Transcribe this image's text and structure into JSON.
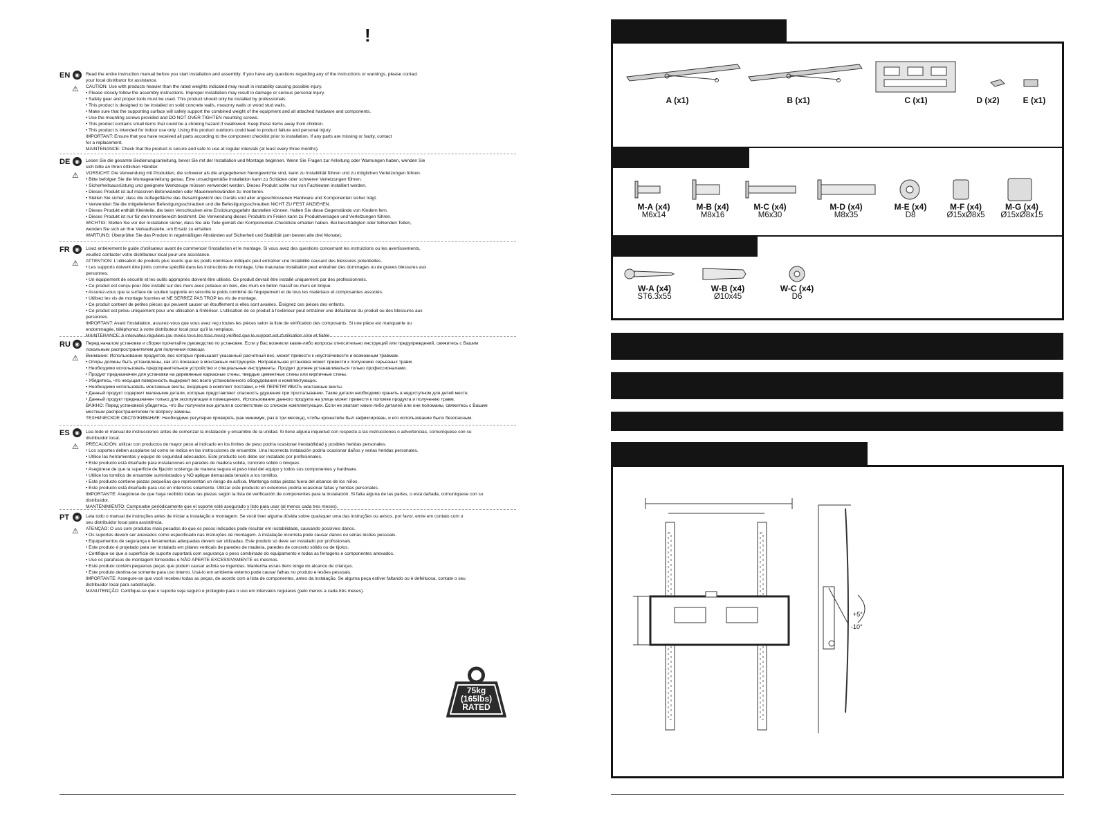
{
  "page": {
    "heading_mark": "!"
  },
  "languages": [
    {
      "code": "EN",
      "lines": [
        "Read the entire instruction manual before you start installation and assembly. If you have any questions regarding any of the instructions or warnings, please contact",
        "your local distributor for assistance.",
        "CAUTION: Use with products heavier than the rated weights indicated may result in instability causing possible injury.",
        "• Please closely follow the assembly instructions. Improper installation may result in damage or serious personal injury.",
        "• Safety gear and proper tools must be used. This product should only be installed by professionals.",
        "• This product is designed to be installed on solid concrete walls, masonry walls or wood stud walls.",
        "• Make sure that the supporting surface will safely support the combined weight of the equipment and all attached hardware and components.",
        "• Use the mounting screws provided and DO NOT OVER TIGHTEN mounting screws.",
        "• This product contains small items that could be a choking hazard if swallowed. Keep these items away from children.",
        "• This product is intended for indoor use only. Using this product outdoors could lead to product failure and personal injury.",
        "IMPORTANT: Ensure that you have received all parts according to the component checklist prior to installation. If any parts are missing or faulty, contact",
        "for a replacement.",
        "MAINTENANCE: Check that the product is secure and safe to use at regular intervals (at least every three months)."
      ]
    },
    {
      "code": "DE",
      "lines": [
        "Lesen Sie die gesamte Bedienungsanleitung, bevor Sie mit der Installation und Montage beginnen. Wenn Sie Fragen zur Anleitung oder Warnungen haben, wenden Sie",
        "sich bitte an Ihren örtlichen Händler.",
        "VORSICHT: Die Verwendung mit Produkten, die schwerer als die angegebenen Nenngewichte sind, kann zu Instabilität führen und zu möglichen Verletzungen führen.",
        "• Bitte befolgen Sie die Montageanleitung genau. Eine unsachgemäße Installation kann zu Schäden oder schweren Verletzungen führen.",
        "• Sicherheitsausrüstung und geeignete Werkzeuge müssen verwendet werden. Dieses Produkt sollte nur von Fachleuten installiert werden.",
        "• Dieses Produkt ist auf massiven Betonwänden oder Mauerwerkswänden zu montieren.",
        "• Stellen Sie sicher, dass die Auflagefläche das Gesamtgewicht des Geräts und aller angeschlossenen Hardware und Komponenten sicher trägt.",
        "• Verwenden Sie die mitgelieferten Befestigungsschrauben und die Befestigungsschrauben NICHT ZU FEST ANZIEHEN.",
        "• Dieses Produkt enthält Kleinteile, die beim Verschlucken eine Erstickungsgefahr darstellen können. Halten Sie diese Gegenstände von Kindern fern.",
        "• Dieses Produkt ist nur für den Innenbereich bestimmt. Die Verwendung dieses Produkts im Freien kann zu Produktversagen und Verletzungen führen.",
        "WICHTIG: Stellen Sie vor der Installation sicher, dass Sie alle Teile gemäß der Komponenten-Checkliste erhalten haben. Bei beschädigten oder fehlenden Teilen,",
        "wenden Sie sich an Ihre Verkaufsstelle, um Ersatz zu erhalten.",
        "WARTUNG: Überprüfen Sie das Produkt in regelmäßigen Abständen auf Sicherheit und Stabilität (am besten alle drei Monate)."
      ]
    },
    {
      "code": "FR",
      "lines": [
        "Lisez entièrement le guide d'utilisateur avant de commencer l'installation et le montage. Si vous avez des questions concernant les instructions ou les avertissements,",
        "veuillez contacter votre distributeur local pour une assistance.",
        "ATTENTION: L'utilisation de produits plus lourds que les poids nominaux indiqués peut entraîner une instabilité causant des blessures potentielles.",
        "• Les supports doivent être joints comme spécifié dans les instructions de montage. Une mauvaise installation peut entraîner des dommages ou de graves blessures aux",
        "personnes.",
        "• Un équipement de sécurité et les outils appropriés doivent être utilisés. Ce produit devrait être installé uniquement par des professionnels.",
        "• Ce produit est conçu pour être installé sur des murs avec poteaux en bois, des murs en béton massif ou murs en brique.",
        "• Assurez-vous que la surface de soutien supporte en sécurité le poids combiné de l'équipement et de tous les matériaux et composantes associés.",
        "• Utilisez les vis de montage fournies et NE SERREZ PAS TROP les vis de montage.",
        "• Ce produit contient de petites pièces qui peuvent causer un étouffement si elles sont avalées. Éloignez ces pièces des enfants.",
        "• Ce produit est prévu uniquement pour une utilisation à l'intérieur. L'utilisation de ce produit à l'extérieur peut entraîner une défaillance du produit ou  des blessures aux",
        "personnes.",
        "IMPORTANT: Avant l'installation, assurez-vous que vous avez reçu toutes les pièces selon la liste de vérification des composants. Si une pièce est manquante ou",
        "endommagée, téléphonez à votre distributeur local pour qu'il la remplace.",
        "MAINTENANCE: A intervalles réguliers (au moins tous les trois mois) vérifiez que le support est d'utilisation sûre et fiable."
      ]
    },
    {
      "code": "RU",
      "lines": [
        "Перед началом установки и сборки прочитайте руководство по установке. Если у Вас возникли какие-либо вопросы относительно инструкций или предупреждений, свяжитесь с Вашим",
        "локальным распространителем для получения помощи.",
        "Внимание: Использование продуктов, вес которых превышает указанный расчетный вес, может привести к неустойчивости и возможным травмам.",
        "• Опоры должны быть установлены, как это показано в монтажных инструкциях. Неправильная установка может привести к получению серьезных травм.",
        "• Необходимо использовать предохранительное устройство и специальные инструменты. Продукт должен устанавливаться только профессионалами.",
        "• Продукт предназначен для установки на деревянные каркасные стены, твердые цементные стены или кирпичные стены.",
        "• Убедитесь, что несущая поверхность выдержит вес всего установленного оборудования и комплектующих.",
        "• Необходимо использовать монтажные винты, входящие в комплект поставки, и НЕ ПЕРЕТЯГИВАТЬ монтажные винты.",
        "• Данный продукт содержит маленькие детали, которые представляют опасность удушения при проглатывании. Такие детали необходимо хранить в недоступном для детей месте.",
        "• Данный продукт предназначен только для эксплуатации в помещениях. Использование данного продукта на улице может привести к поломке продукта и получению травм.",
        "ВАЖНО: Перед установкой убедитесь, что Вы получили все детали в соответствии со списком комплектующих. Если не хватает каких-либо деталей или они поломаны, свяжитесь с Вашим",
        "местным распространителем по вопросу замены.",
        "ТЕХНИЧЕСКОЕ ОБСЛУЖИВАНИЕ: Необходимо регулярно проверять (как минимум, раз в три месяца), чтобы кронштейн был зафиксирован, и его использование было безопасным."
      ]
    },
    {
      "code": "ES",
      "lines": [
        "Lea todo el manual de instrucciones antes de comenzar la instalación y ensamble de la unidad. Si tiene alguna inquietud con respecto a las instrucciones o advertencias, comuníquese con su",
        "distribuidor local.",
        "PRECAUCIÓN: utilizar con productos de mayor peso al indicado en los límites de peso podría ocasionar inestabilidad y posibles heridas personales.",
        "• Los soportes deben acoplarse tal como se indica en las instrucciones de ensamble. Una incorrecta instalación podría ocasionar daños y serias heridas personales.",
        "• Utilice las herramientas y equipo de seguridad adecuados. Este producto solo debe ser instalado por profesionales.",
        "• Este producto está diseñado para instalaciones en paredes de madera sólida, concreto sólido o bloques.",
        "• Asegúrese de que la superficie de fijación sostenga de manera segura el peso total del equipo y todos sus componentes y hardware.",
        "• Utilice los tornillos de ensamble suministrados y NO aplique demasiada tensión a los tornillos.",
        "• Este producto contiene piezas pequeñas que representan un riesgo de asfixia. Mantenga estas piezas fuera del alcance de los niños.",
        "• Este producto está diseñado para uso en interiores solamente. Utilizar este producto en exteriores podría ocasionar fallas y heridas personales.",
        "IMPORTANTE: Asegúrese de que haya recibido todas las piezas según la lista de verificación de componentes para la instalación. Si falta alguna de las partes, o está dañada, comuníquese con su",
        "distribuidor.",
        "MANTENIMIENTO: Compruebe periódicamente que el soporte esté asegurado y listo para usar (al menos cada tres meses)."
      ]
    },
    {
      "code": "PT",
      "lines": [
        "Leia todo o manual de instruções antes de iniciar a instalação e montagem. Se você tiver alguma dúvida sobre quaisquer uma das instruções ou avisos, por favor, entre em contato com o",
        "seu distribuidor local para assistência.",
        "ATENÇÃO: O uso com produtos mais pesados do que os pesos indicados pode resultar em instabilidade, causando possíveis danos.",
        "• Os suportes devem ser anexados como especificado nas instruções de montagem. A instalação incorreta pode causar danos ou sérias lesões pessoais.",
        "• Equipamentos de segurança e ferramentas adequadas devem ser utilizadas. Este produto só deve ser instalado por profissionais.",
        "• Este produto é projetado para ser instalado em pilares verticais de paredes de madeira, paredes de concreto sólido ou de tijolos.",
        "• Certifique-se que a superfície de suporte suportará com segurança o peso combinado do equipamento e todas as ferragens e componentes anexados.",
        "• Use os parafusos de montagem fornecidos e NÃO APERTE EXCESSIVAMENTE os mesmos.",
        "• Este produto contém pequenas peças que podem causar asfixia se ingeridas. Mantenha esses itens longe do alcance de crianças.",
        "• Este produto destina-se somente para uso interno. Usá-lo em ambiente externo pode causar falhas no produto e lesões pessoais.",
        "IMPORTANTE: Assegure-se que você recebeu todas as peças, de acordo com a lista de componentes, antes da instalação. Se alguma peça estiver faltando ou é defeituosa, contate o seu",
        "distribuidor local para substituição.",
        "MANUTENÇÃO: Certifique-se que o suporte seja seguro e protegido para o uso em intervalos regulares (pelo menos a cada três meses)."
      ]
    }
  ],
  "weight_badge": {
    "line1": "75kg",
    "line2": "(165lbs)",
    "line3": "RATED"
  },
  "parts": [
    {
      "label": "A (x1)"
    },
    {
      "label": "B (x1)"
    },
    {
      "label": "C (x1)"
    },
    {
      "label": "D (x2)"
    },
    {
      "label": "E (x1)"
    }
  ],
  "monitor_hardware": [
    {
      "label": "M-A (x4)",
      "size": "M6x14"
    },
    {
      "label": "M-B (x4)",
      "size": "M8x16"
    },
    {
      "label": "M-C (x4)",
      "size": "M6x30"
    },
    {
      "label": "M-D (x4)",
      "size": "M8x35"
    },
    {
      "label": "M-E (x4)",
      "size": "D8"
    },
    {
      "label": "M-F (x4)",
      "size": "Ø15xØ8x5"
    },
    {
      "label": "M-G (x4)",
      "size": "Ø15xØ8x15"
    }
  ],
  "wall_hardware": [
    {
      "label": "W-A (x4)",
      "size": "ST6.3x55"
    },
    {
      "label": "W-B (x4)",
      "size": "Ø10x45"
    },
    {
      "label": "W-C (x4)",
      "size": "D6"
    }
  ],
  "diagram": {
    "tilt_up": "+5°",
    "tilt_down": "-10°"
  },
  "colors": {
    "ink": "#111111",
    "tab": "#141414",
    "badge": "#2b2b2b"
  }
}
